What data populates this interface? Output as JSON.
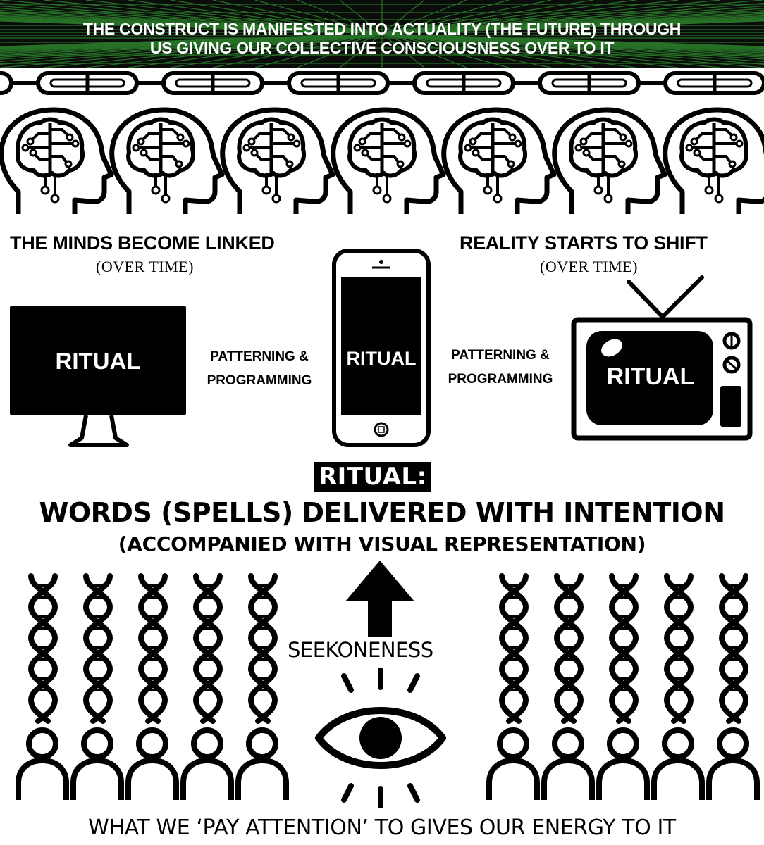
{
  "banner": {
    "line1": "THE CONSTRUCT IS MANIFESTED INTO ACTUALITY (THE FUTURE) THROUGH",
    "line2": "US GIVING OUR COLLECTIVE CONSCIOUSNESS OVER TO IT"
  },
  "minds": {
    "left_title": "THE MINDS BECOME LINKED",
    "left_sub": "(OVER TIME)",
    "right_title": "REALITY STARTS TO SHIFT",
    "right_sub": "(OVER TIME)"
  },
  "devices": {
    "monitor_label": "RITUAL",
    "phone_label": "RITUAL",
    "tv_label": "RITUAL",
    "connector_left_line1": "PATTERNING &",
    "connector_left_line2": "PROGRAMMING",
    "connector_right_line1": "PATTERNING &",
    "connector_right_line2": "PROGRAMMING"
  },
  "definition": {
    "tag": "RITUAL:",
    "headline": "WORDS (SPELLS) DELIVERED WITH INTENTION",
    "subline": "(ACCOMPANIED  WITH VISUAL REPRESENTATION)"
  },
  "center": {
    "seek_label": "SEEKONENESS"
  },
  "footer": {
    "text": "WHAT WE ‘PAY ATTENTION’ TO GIVES OUR ENERGY TO IT"
  },
  "colors": {
    "banner_bg": "#0b0d0b",
    "banner_grid": "#2f8a2f",
    "ink": "#000000",
    "paper": "#ffffff"
  }
}
